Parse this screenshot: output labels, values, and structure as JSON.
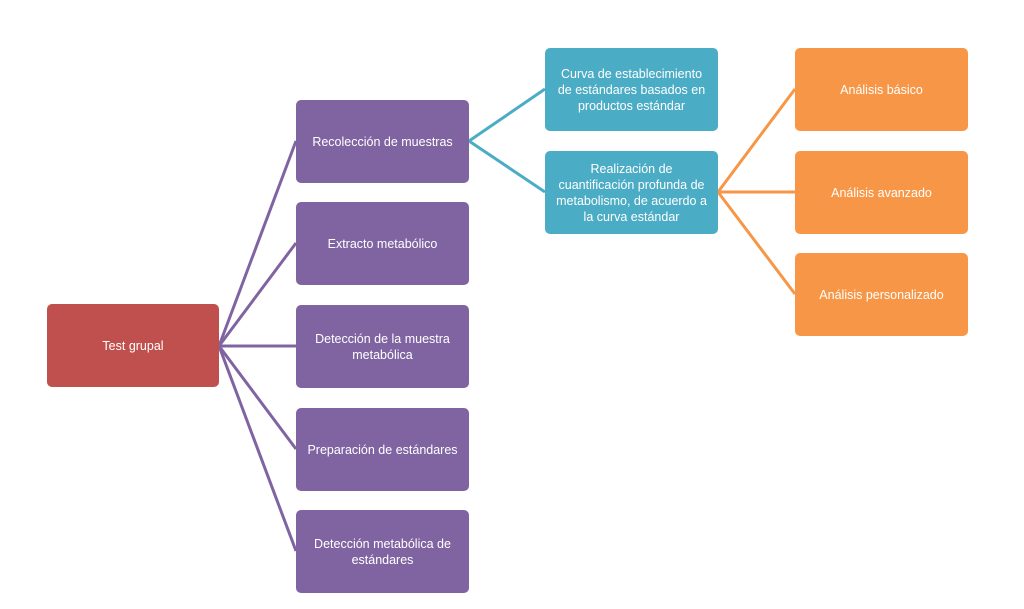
{
  "colors": {
    "root": "#c0504d",
    "level1": "#8064a2",
    "level2": "#4bacc6",
    "level3": "#f79646"
  },
  "root": {
    "label": "Test grupal"
  },
  "level1": [
    {
      "label": "Recolección de muestras"
    },
    {
      "label": "Extracto metabólico"
    },
    {
      "label": "Detección de la muestra\nmetabólica"
    },
    {
      "label": "Preparación de estándares"
    },
    {
      "label": "Detección metabólica de\nestándares"
    }
  ],
  "level2": [
    {
      "label": "Curva de establecimiento\nde estándares basados en\nproductos estándar"
    },
    {
      "label": "Realización de\ncuantificación profunda de\nmetabolismo, de acuerdo a\nla curva estándar"
    }
  ],
  "level3": [
    {
      "label": "Análisis básico"
    },
    {
      "label": "Análisis avanzado"
    },
    {
      "label": "Análisis personalizado"
    }
  ]
}
